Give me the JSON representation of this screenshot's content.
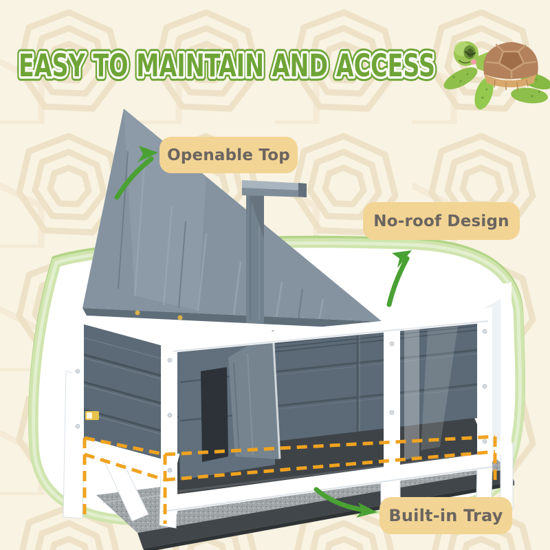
{
  "page": {
    "title": "EASY TO MAINTAIN AND ACCESS"
  },
  "callouts": {
    "openable_top": "Openable Top",
    "no_roof": "No-roof Design",
    "built_in_tray": "Built-in Tray"
  },
  "illustration": {
    "turtle": "cartoon-sea-turtle-green-with-brown-shell",
    "product": "white-and-grey-wooden-tortoise-habitat-with-lifted-lid-acrylic-panels-and-slide-out-tray",
    "brand_badge": "small-yellow-brand-badge",
    "tray_highlight": "orange-dashed-wireframe-around-tray"
  },
  "colors": {
    "background": "#f9f3e3",
    "pattern": "#ebdfc2",
    "title_green": "#6fa437",
    "arrow_green": "#4aa133",
    "ring_green": "#c9e0a5",
    "pill_background": "#f2d494",
    "pill_text": "#6b6560",
    "dash_orange": "#f0a320",
    "wood_grey": "#5b6a76",
    "lid_grey": "#8593a1",
    "frame_white": "#ffffff",
    "floor_dark": "#3e4347",
    "tray_grey": "#a2a7aa",
    "shell_brown": "#b3815c",
    "turtle_green": "#9cc653"
  }
}
